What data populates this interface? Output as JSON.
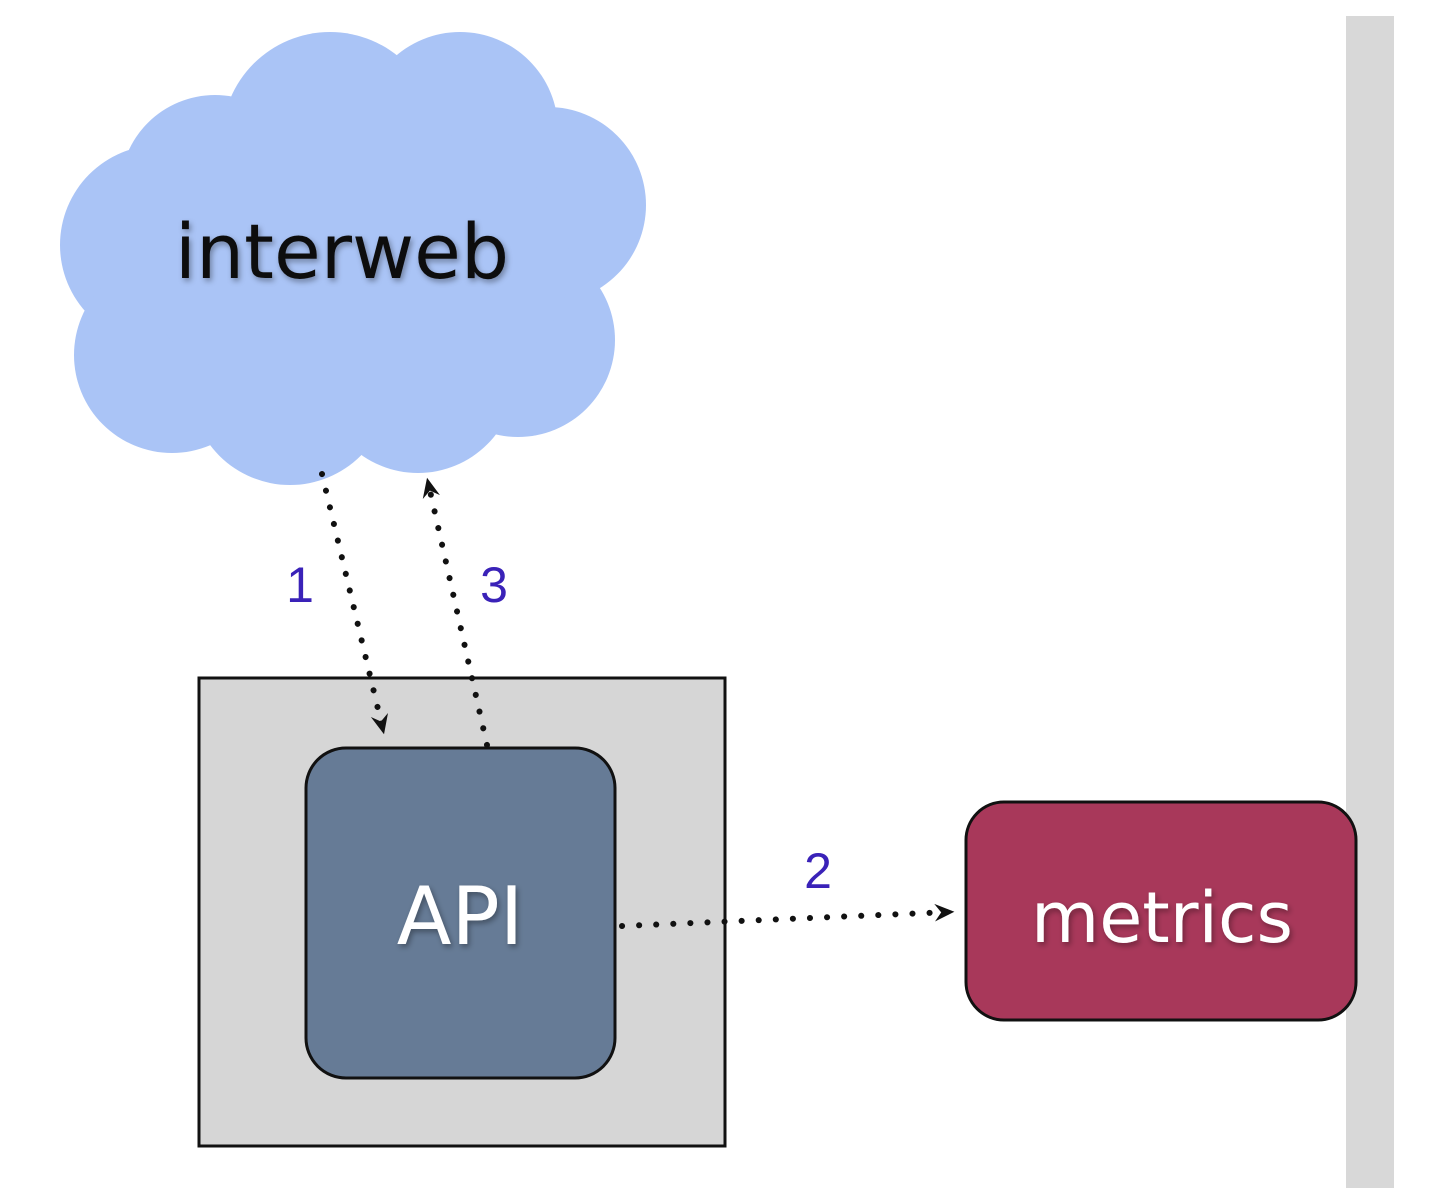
{
  "nodes": {
    "cloud": {
      "label": "interweb",
      "color": "#aac4f6"
    },
    "api": {
      "label": "API",
      "color": "#667b96"
    },
    "metrics": {
      "label": "metrics",
      "color": "#a8385a"
    }
  },
  "container": {
    "color": "#d6d6d6"
  },
  "steps": [
    {
      "id": "1",
      "label": "1",
      "from": "interweb",
      "to": "API"
    },
    {
      "id": "2",
      "label": "2",
      "from": "API",
      "to": "metrics"
    },
    {
      "id": "3",
      "label": "3",
      "from": "API",
      "to": "interweb"
    }
  ],
  "colors": {
    "step_label": "#3a22b8",
    "side_bar": "#d8d8d8"
  }
}
